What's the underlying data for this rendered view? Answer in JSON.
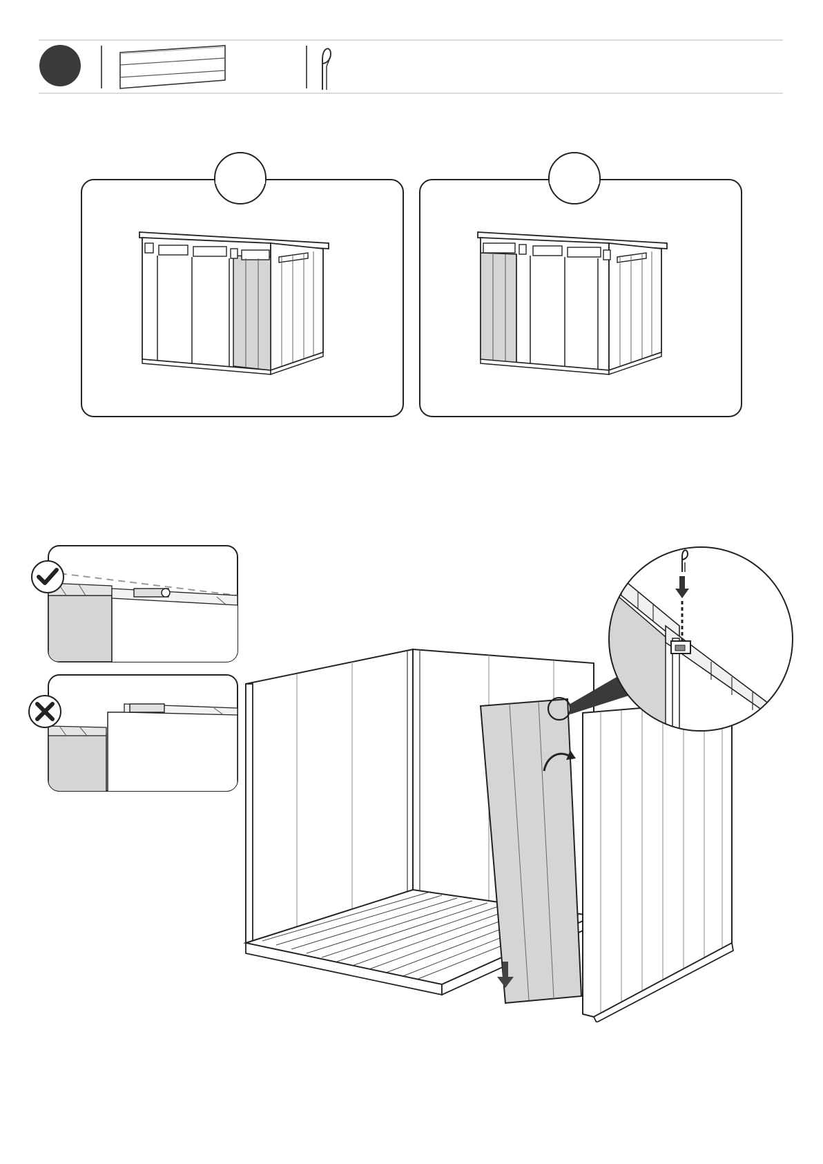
{
  "page": {
    "background": "#ffffff",
    "ink": "#1f1f1f",
    "panel_fill": "#d5d5d5",
    "step_circle_fill": "#3a3a3a"
  },
  "parts_header": {
    "step_badge": {
      "icon": "filled-circle-badge",
      "label": ""
    },
    "parts": [
      {
        "icon": "wall-panel-part-icon",
        "label": ""
      },
      {
        "icon": "connector-clip-part-icon",
        "label": ""
      }
    ]
  },
  "option_panels": [
    {
      "badge_label": "",
      "icon": "shed-door-right-variant-icon"
    },
    {
      "badge_label": "",
      "icon": "shed-door-left-variant-icon"
    }
  ],
  "detail_insets": [
    {
      "status": "correct",
      "icon": "checkmark-icon"
    },
    {
      "status": "incorrect",
      "icon": "cross-icon"
    }
  ],
  "main_illustration": {
    "icon": "shed-assembly-icon",
    "magnifier_icon": "clip-insertion-detail-icon"
  }
}
